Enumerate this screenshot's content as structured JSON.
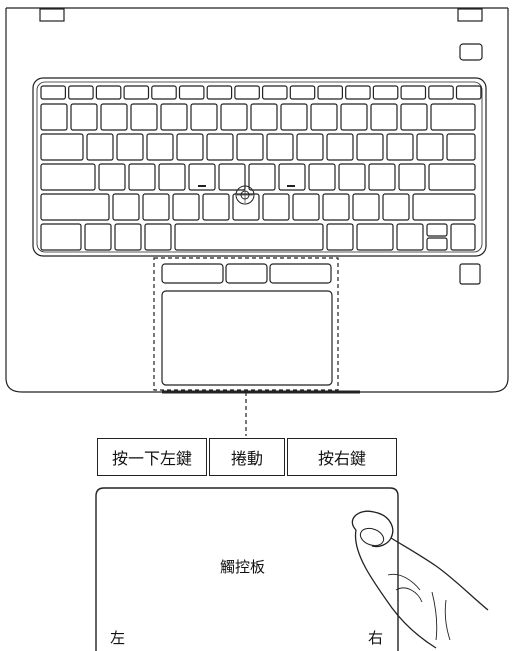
{
  "buttons": {
    "left_click": "按一下左鍵",
    "scroll": "捲動",
    "right_click": "按右鍵"
  },
  "touchpad": {
    "label": "觸控板",
    "left_label": "左",
    "right_label": "右"
  },
  "colors": {
    "line": "#222222",
    "background": "#ffffff"
  }
}
